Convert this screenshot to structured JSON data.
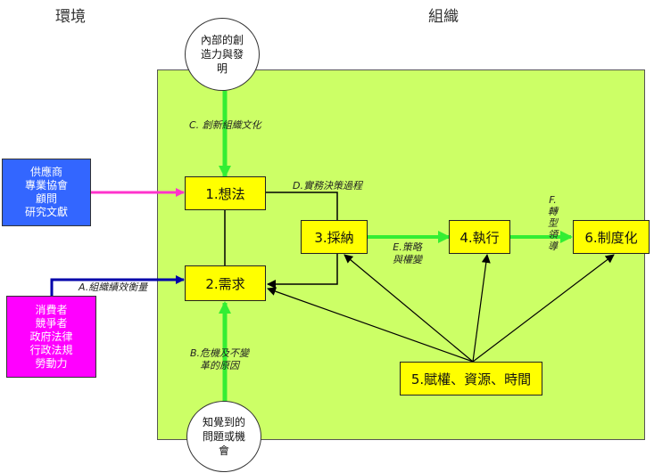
{
  "headers": {
    "environment": "環境",
    "organization": "組織"
  },
  "circles": {
    "top": [
      "內部的創",
      "造力與發",
      "明"
    ],
    "bottom": [
      "知覺到的",
      "問題或機",
      "會"
    ]
  },
  "boxes": {
    "idea": "1.想法",
    "need": "2.需求",
    "adopt": "3.採納",
    "execute": "4.執行",
    "resources": "5.賦權、資源、時間",
    "institutionalize": "6.制度化"
  },
  "side_boxes": {
    "suppliers": [
      "供應商",
      "專業協會",
      "顧問",
      "研究文獻"
    ],
    "consumers": [
      "消費者",
      "競爭者",
      "政府法律",
      "行政法規",
      "勞動力"
    ]
  },
  "labels": {
    "c": "C. 創新組織文化",
    "d": "D.實務決策過程",
    "a": "A.組織績效衡量",
    "e": [
      "E.策略",
      "與權變"
    ],
    "f": [
      "F.",
      "轉",
      "型",
      "領",
      "導"
    ],
    "b": [
      "B.危機及不變",
      "革的原因"
    ]
  },
  "colors": {
    "org_area": "#ccff66",
    "box": "#ffff00",
    "suppliers": "#3366ff",
    "consumers": "#ff00ff",
    "green_arrow": "#33ee33",
    "magenta_arrow": "#ff33cc",
    "blue_arrow": "#0000aa"
  }
}
